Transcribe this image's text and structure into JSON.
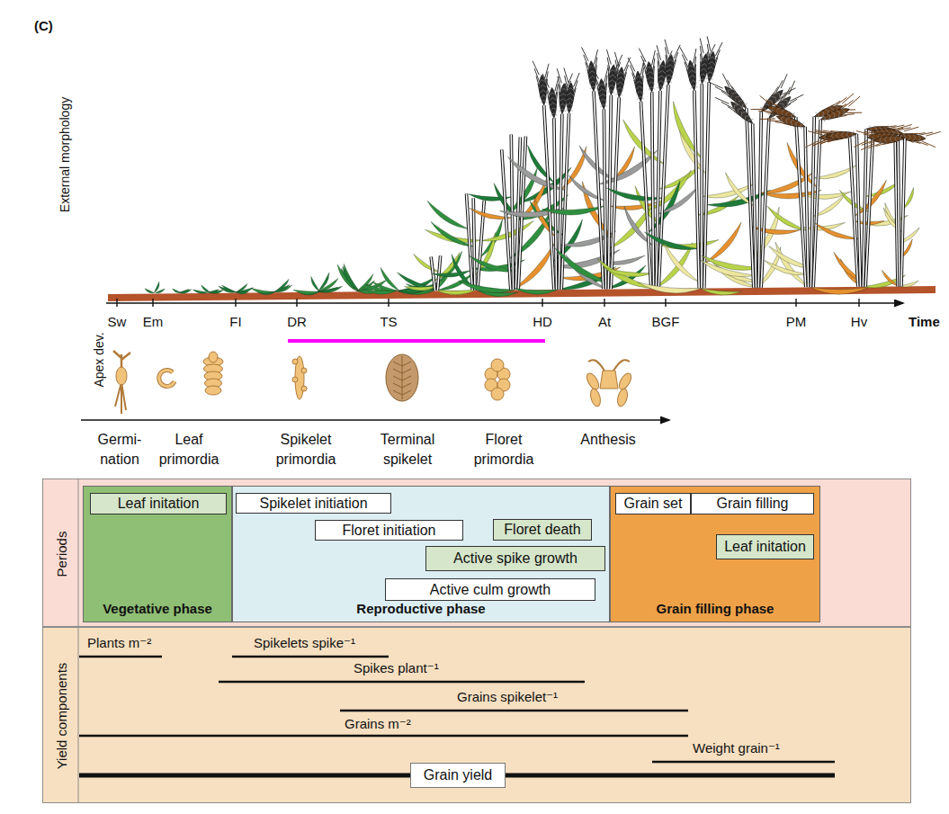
{
  "diagram": {
    "nodes": [
      {
        "text": [
          "Periods"
        ]
      },
      {
        "text": [
          "Vegetative phase"
        ],
        "in": 0
      },
      {
        "text": [
          "Leaf initation"
        ],
        "in": 1
      },
      {
        "text": [
          "Reproductive phase"
        ],
        "in": 0
      },
      {
        "text": [
          "Spikelet initiation"
        ],
        "in": 3
      },
      {
        "text": [
          "Floret initiation"
        ],
        "in": 3
      },
      {
        "text": [
          "Floret death"
        ],
        "in": 3
      },
      {
        "text": [
          "Active spike growth"
        ],
        "in": 3
      },
      {
        "text": [
          "Active culm growth"
        ],
        "in": 3
      },
      {
        "text": [
          "Grain filling phase"
        ],
        "in": 0
      },
      {
        "text": [
          "Grain set"
        ],
        "in": 9
      },
      {
        "text": [
          "Grain filling"
        ],
        "in": 9
      },
      {
        "text": [
          "Leaf initation"
        ],
        "in": 9
      },
      {
        "text": [
          "Yield components"
        ]
      },
      {
        "text": [
          "Grain yield"
        ],
        "in": 13
      }
    ],
    "labels": [
      "(C)",
      "External morphology",
      "Sw",
      "Em",
      "FI",
      "DR",
      "TS",
      "HD",
      "At",
      "BGF",
      "PM",
      "Hv",
      "Time",
      "Apex dev.",
      "Germi- nation",
      "Leaf primordia",
      "Spikelet primordia",
      "Terminal spikelet",
      "Floret primordia",
      "Anthesis",
      "Plants m⁻²",
      "Spikelets spike⁻¹",
      "Spikes plant⁻¹",
      "Grains spikelet⁻¹",
      "Grains m⁻²",
      "Weight grain⁻¹"
    ]
  }
}
